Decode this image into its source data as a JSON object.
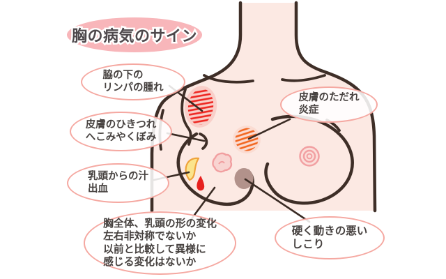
{
  "title": {
    "label": "胸の病気のサイン"
  },
  "labels": {
    "lymph": {
      "line1": "脇の下の",
      "line2": "リンパの腫れ"
    },
    "tadare": {
      "line1": "皮膚のただれ",
      "line2": "炎症"
    },
    "hikitsure": {
      "line1": "皮膚のひきつれ",
      "line2": "へこみやくぼみ"
    },
    "nyuto": {
      "line1": "乳頭からの汁",
      "line2": "出血"
    },
    "shape": {
      "line1": "胸全体、乳頭の形の変化",
      "line2": "左右非対称でないか",
      "line3": "以前と比較して異様に",
      "line4": "感じる変化はないか"
    },
    "shikori": {
      "line1": "硬く動きの悪い",
      "line2": "しこり"
    }
  },
  "marks": {
    "armpit_lymph_hatch": "red diagonal hatched swelling at left armpit",
    "inflammation_hatch": "orange diagonal hatched sore on chest skin",
    "skin_dimple_hook": "small curved pucker mark on breast skin",
    "deformed_nipple": "irregular distorted nipple outline",
    "discharge_drop": "yellow discharge drop at nipple",
    "blood_drop": "red blood drop below nipple",
    "lump": "hard grey-brown lump in breast",
    "normal_nipple": "concentric-circle normal nipple on right breast"
  },
  "colors": {
    "body_fill": "#fce9e3",
    "outline": "#3e2e27",
    "title_bg": "#f8b6ba",
    "title_text": "#4e484c",
    "label_border": "#f5a8a1",
    "label_text": "#46413f",
    "hatch_red": "#ee2621",
    "hatch_red_glow": "#f9cfc9",
    "hatch_orange": "#f2661f",
    "hatch_orange_glow": "#fbdcd2",
    "nipple_pink": "#f2a0a2",
    "nipple_fill": "#f8d4d1",
    "normal_nipple_fill": "#fbdfda",
    "drop_yellow_fill": "#fbe48c",
    "drop_yellow_stroke": "#efa33c",
    "drop_red": "#e7211f",
    "lump_fill": "#b2928b"
  }
}
